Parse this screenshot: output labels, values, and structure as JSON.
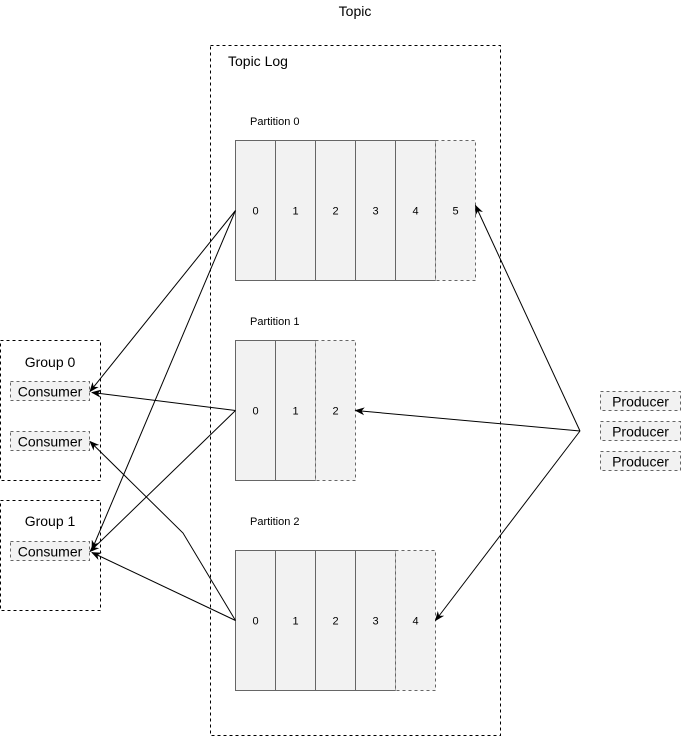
{
  "diagram": {
    "title": "Topic",
    "topic_log": {
      "label": "Topic Log"
    },
    "colors": {
      "cell_fill": "#f2f2f2",
      "cell_stroke": "#666666",
      "line": "#000000",
      "box_border": "#000000"
    },
    "partitions": [
      {
        "label": "Partition 0",
        "cells": [
          "0",
          "1",
          "2",
          "3",
          "4",
          "5"
        ],
        "pending_cells": 1
      },
      {
        "label": "Partition 1",
        "cells": [
          "0",
          "1",
          "2"
        ],
        "pending_cells": 1
      },
      {
        "label": "Partition 2",
        "cells": [
          "0",
          "1",
          "2",
          "3",
          "4"
        ],
        "pending_cells": 1
      }
    ],
    "groups": [
      {
        "label": "Group 0",
        "consumers": [
          "Consumer",
          "Consumer"
        ]
      },
      {
        "label": "Group 1",
        "consumers": [
          "Consumer"
        ]
      }
    ],
    "producers": [
      "Producer",
      "Producer",
      "Producer"
    ]
  }
}
